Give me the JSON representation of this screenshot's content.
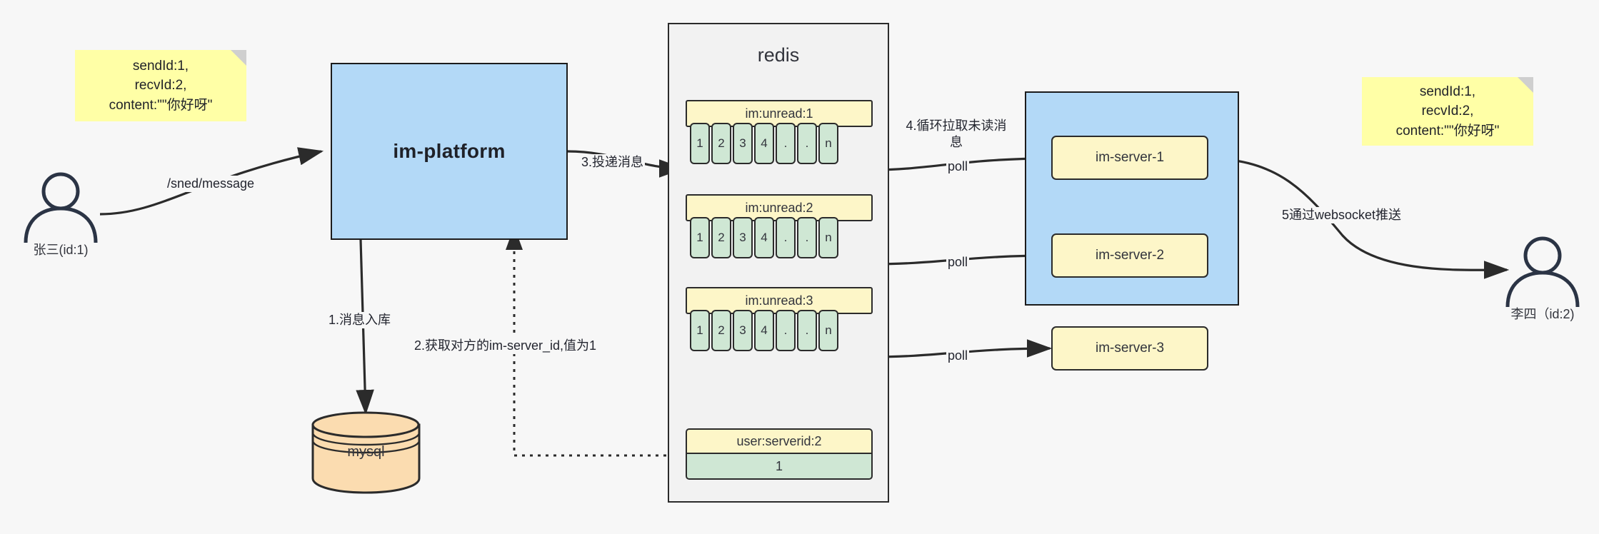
{
  "diagram": {
    "title": "IM message delivery flow",
    "colors": {
      "note": "#ffffa6",
      "platform": "#b3d9f7",
      "cluster": "#b3d9f7",
      "key_header": "#fdf6c8",
      "value_cell": "#cfe7d4",
      "database": "#fbdcb0",
      "stroke": "#2b2b2b",
      "background": "#f7f7f7"
    }
  },
  "notes": {
    "left": "sendId:1,\nrecvId:2,\ncontent:\"\"你好呀\"",
    "right": "sendId:1,\nrecvId:2,\ncontent:\"\"你好呀\""
  },
  "actors": {
    "sender": {
      "name": "person-icon",
      "label": "张三(id:1)"
    },
    "receiver": {
      "name": "person-icon",
      "label": "李四（id:2)"
    }
  },
  "nodes": {
    "platform": {
      "label": "im-platform"
    },
    "database": {
      "label": "mysql"
    },
    "redis": {
      "title": "redis"
    }
  },
  "redis": {
    "lists": [
      {
        "key": "im:unread:1",
        "cells": [
          "1",
          "2",
          "3",
          "4",
          ".",
          ".",
          "n"
        ]
      },
      {
        "key": "im:unread:2",
        "cells": [
          "1",
          "2",
          "3",
          "4",
          ".",
          ".",
          "n"
        ]
      },
      {
        "key": "im:unread:3",
        "cells": [
          "1",
          "2",
          "3",
          "4",
          ".",
          ".",
          "n"
        ]
      }
    ],
    "kv": {
      "key": "user:serverid:2",
      "value": "1"
    }
  },
  "cluster": {
    "servers": [
      {
        "label": "im-server-1"
      },
      {
        "label": "im-server-2"
      },
      {
        "label": "im-server-3"
      }
    ]
  },
  "edges": {
    "send_message": "/sned/message",
    "step1": "1.消息入库",
    "step2": "2.获取对方的im-server_id,值为1",
    "step3": "3.投递消息",
    "step4": "4.循环拉取未读消息",
    "step5": "5通过websocket推送",
    "poll1": "poll",
    "poll2": "poll",
    "poll3": "poll"
  }
}
